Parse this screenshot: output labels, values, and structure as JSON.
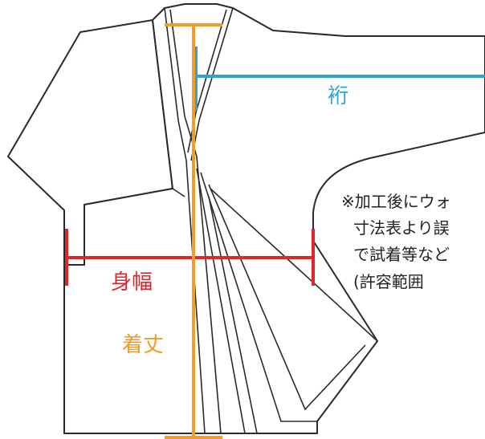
{
  "colors": {
    "sleeve_length": "#2ba3d6",
    "body_width": "#e1262b",
    "length": "#f29b2a",
    "outline": "#2a2a2a"
  },
  "labels": {
    "sleeve_length": "裄",
    "body_width": "身幅",
    "length": "着丈"
  },
  "note_lines": [
    "※加工後にウォ",
    "寸法表より誤",
    "で試着等など",
    "(許容範囲"
  ]
}
